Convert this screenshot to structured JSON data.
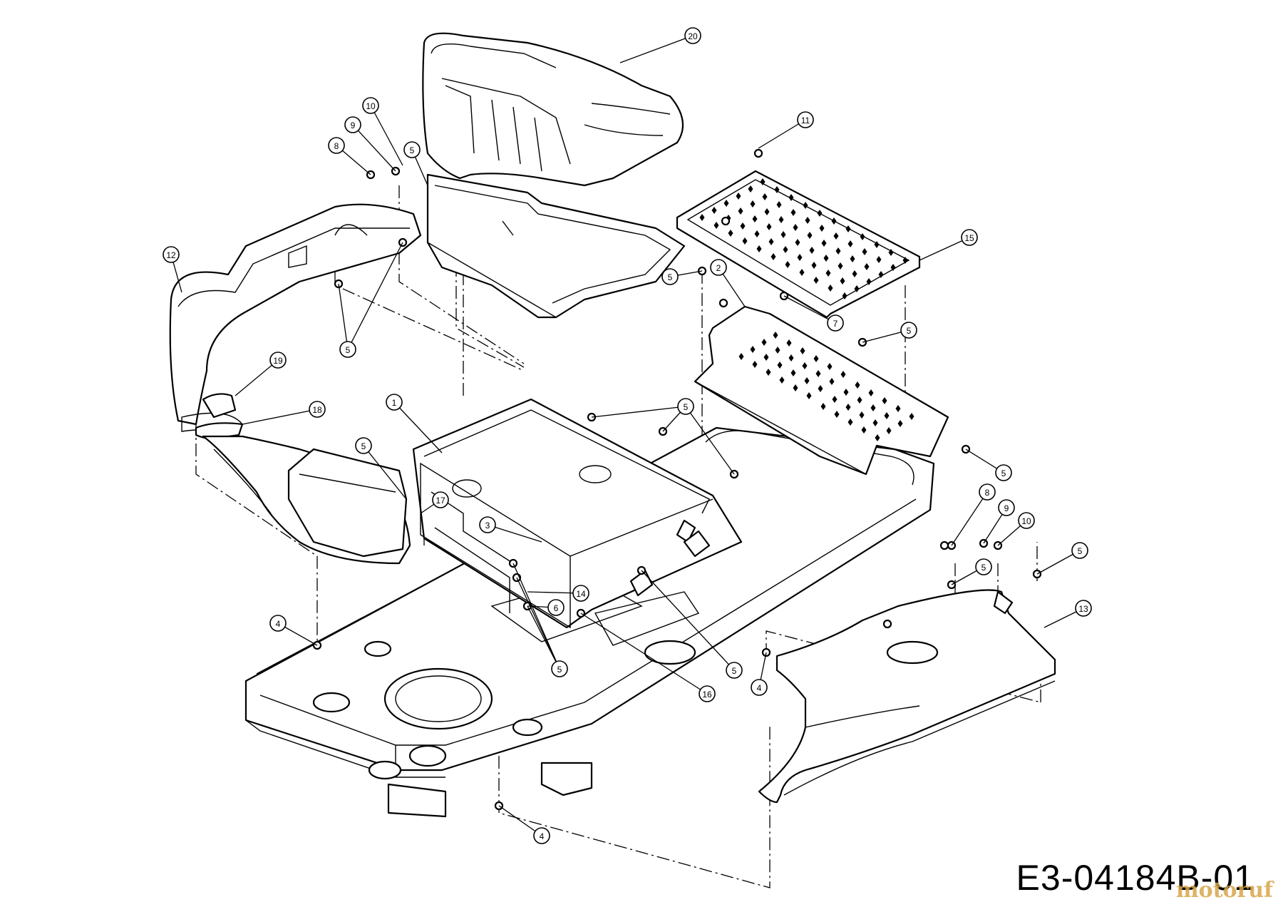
{
  "drawing_code": "E3-04184B-01",
  "watermark": "motoruf",
  "callouts": [
    {
      "label": "20"
    },
    {
      "label": "11"
    },
    {
      "label": "10"
    },
    {
      "label": "9"
    },
    {
      "label": "8"
    },
    {
      "label": "5"
    },
    {
      "label": "12"
    },
    {
      "label": "15"
    },
    {
      "label": "5"
    },
    {
      "label": "2"
    },
    {
      "label": "7"
    },
    {
      "label": "5"
    },
    {
      "label": "5"
    },
    {
      "label": "19"
    },
    {
      "label": "18"
    },
    {
      "label": "1"
    },
    {
      "label": "5"
    },
    {
      "label": "5"
    },
    {
      "label": "5"
    },
    {
      "label": "17"
    },
    {
      "label": "3"
    },
    {
      "label": "8"
    },
    {
      "label": "9"
    },
    {
      "label": "10"
    },
    {
      "label": "5"
    },
    {
      "label": "5"
    },
    {
      "label": "14"
    },
    {
      "label": "6"
    },
    {
      "label": "13"
    },
    {
      "label": "4"
    },
    {
      "label": "5"
    },
    {
      "label": "5"
    },
    {
      "label": "4"
    },
    {
      "label": "16"
    },
    {
      "label": "4"
    }
  ]
}
